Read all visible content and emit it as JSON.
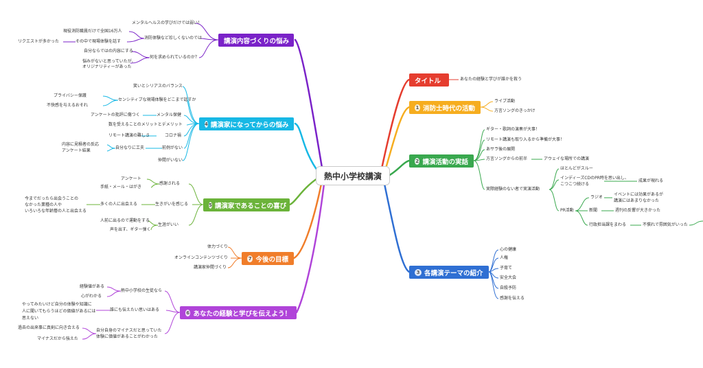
{
  "center": "熱中小学校講演",
  "colors": {
    "b1": "#7a22c8",
    "b2": "#17b8e5",
    "b3": "#6bb33a",
    "b4": "#f07d2a",
    "b5": "#b044d9",
    "r1": "#e53d2f",
    "r2": "#f6ad1f",
    "r3": "#39a84e",
    "r4": "#2f6fd3"
  },
  "branches": {
    "b1": {
      "label": "講演内容づくりの悩み",
      "num": ""
    },
    "b2": {
      "label": "講演家になってからの悩み",
      "num": "4"
    },
    "b3": {
      "label": "講演家であることの喜び",
      "num": "5"
    },
    "b4": {
      "label": "今後の目標",
      "num": "7"
    },
    "b5": {
      "label": "あなたの経験と学びを伝えよう！",
      "num": "6"
    },
    "r1": {
      "label": "タイトル",
      "num": ""
    },
    "r2": {
      "label": "消防士時代の活動",
      "num": "1"
    },
    "r3": {
      "label": "講演活動の実話",
      "num": "2"
    },
    "r4": {
      "label": "各講演テーマの紹介",
      "num": "3"
    }
  },
  "nodes": {
    "b1a": "メンタルヘルスの学びだけでは弱い！",
    "b1b": "消防体験など珍しくないのでは",
    "b1b1": "現役消防職員だけで全国16万人",
    "b1b2": "その中で現場体験を話す",
    "b1b3": "リクエストが多かった",
    "b1c": "何を求められているのか？",
    "b1c1": "自分ならではの内容にする",
    "b1c2": "悩みがないと思っていたが、",
    "b1c3": "オリジナリティーがあった",
    "b2a": "笑いとシリアスのバランス",
    "b2b": "センシティブな現場体験をどこまで話すか",
    "b2b1": "プライバシー保護",
    "b2b2": "不快感を与えるおそれ",
    "b2c": "メンタル保健",
    "b2c1": "アンケートの批評に傷つく",
    "b2d": "数を受えることのメリットとデメリット",
    "b2e": "コロナ禍",
    "b2e1": "リモート講演の難しさ",
    "b2f": "前例がない",
    "b2f1": "自分なりに工夫",
    "b2f2": "内容に見積者の反応",
    "b2f3": "アンケート結果",
    "b2g": "仲間がいない",
    "b3a": "感謝される",
    "b3a1": "アンケート",
    "b3a2": "手紙・メール・はがき",
    "b3b": "生きがいを感じる",
    "b3b1": "多くの人に出会える",
    "b3b2": "今までだったら出会うことの",
    "b3b3": "なかった業種の人や",
    "b3b4": "いろいろな年齢層の人と出会える",
    "b3c": "生涯がいい",
    "b3c1": "人前に出るので運動をする",
    "b3c2": "声を出す、ギター弾く",
    "b4a": "体力づくり",
    "b4b": "オンラインコンテンツづくり",
    "b4c": "講演家仲間づくり",
    "b5a": "熱中小学校の生徒なら",
    "b5a1": "経験値がある",
    "b5a2": "心がわかる",
    "b5b": "誰にも伝えたい思いはある",
    "b5b1": "やってみたいけど自分の体験や知識に",
    "b5b2": "人に聞いてもらうほどの価値があるには",
    "b5b3": "思えない",
    "b5c": "自分自身のマイナスだと思っていた",
    "b5c1": "体験に価値があることがわかった",
    "b5c2": "過去の出来事に真剣に向き合える",
    "b5c3": "マイナスだから強えた",
    "r1a": "あなたの経験と学びが誰かを救う",
    "r2a": "ライブ活動",
    "r2b": "方言ソングのきっかけ",
    "r3a": "ギター・歌詞の演奏が大事！",
    "r3b": "リモート講演も取り入るから準備が大事！",
    "r3c": "あサラ後の展開",
    "r3d": "方言ソングからの前半",
    "r3d1": "アウェイな場所での講演",
    "r3e": "実際経験のない者で実演活動",
    "r3e1": "ほとんどがスルー",
    "r3e2": "インディーズCDのPR時を思い出し、",
    "r3e3": "こつこつ続ける",
    "r3e4": "成果が現れる",
    "r3e5": "PR活動",
    "r3e6": "ラジオ",
    "r3e7": "イベントには効果があるが",
    "r3e8": "講演にはあまりなかった",
    "r3e9": "新聞",
    "r3e10": "週刊の反響が大きかった",
    "r3e11": "行政担当課をまわる",
    "r3e12": "不慣れで雰囲気がいった",
    "r4a": "心の健康",
    "r4b": "人権",
    "r4c": "子育て",
    "r4d": "安全大会",
    "r4e": "自殺予防",
    "r4f": "感謝を伝える"
  }
}
